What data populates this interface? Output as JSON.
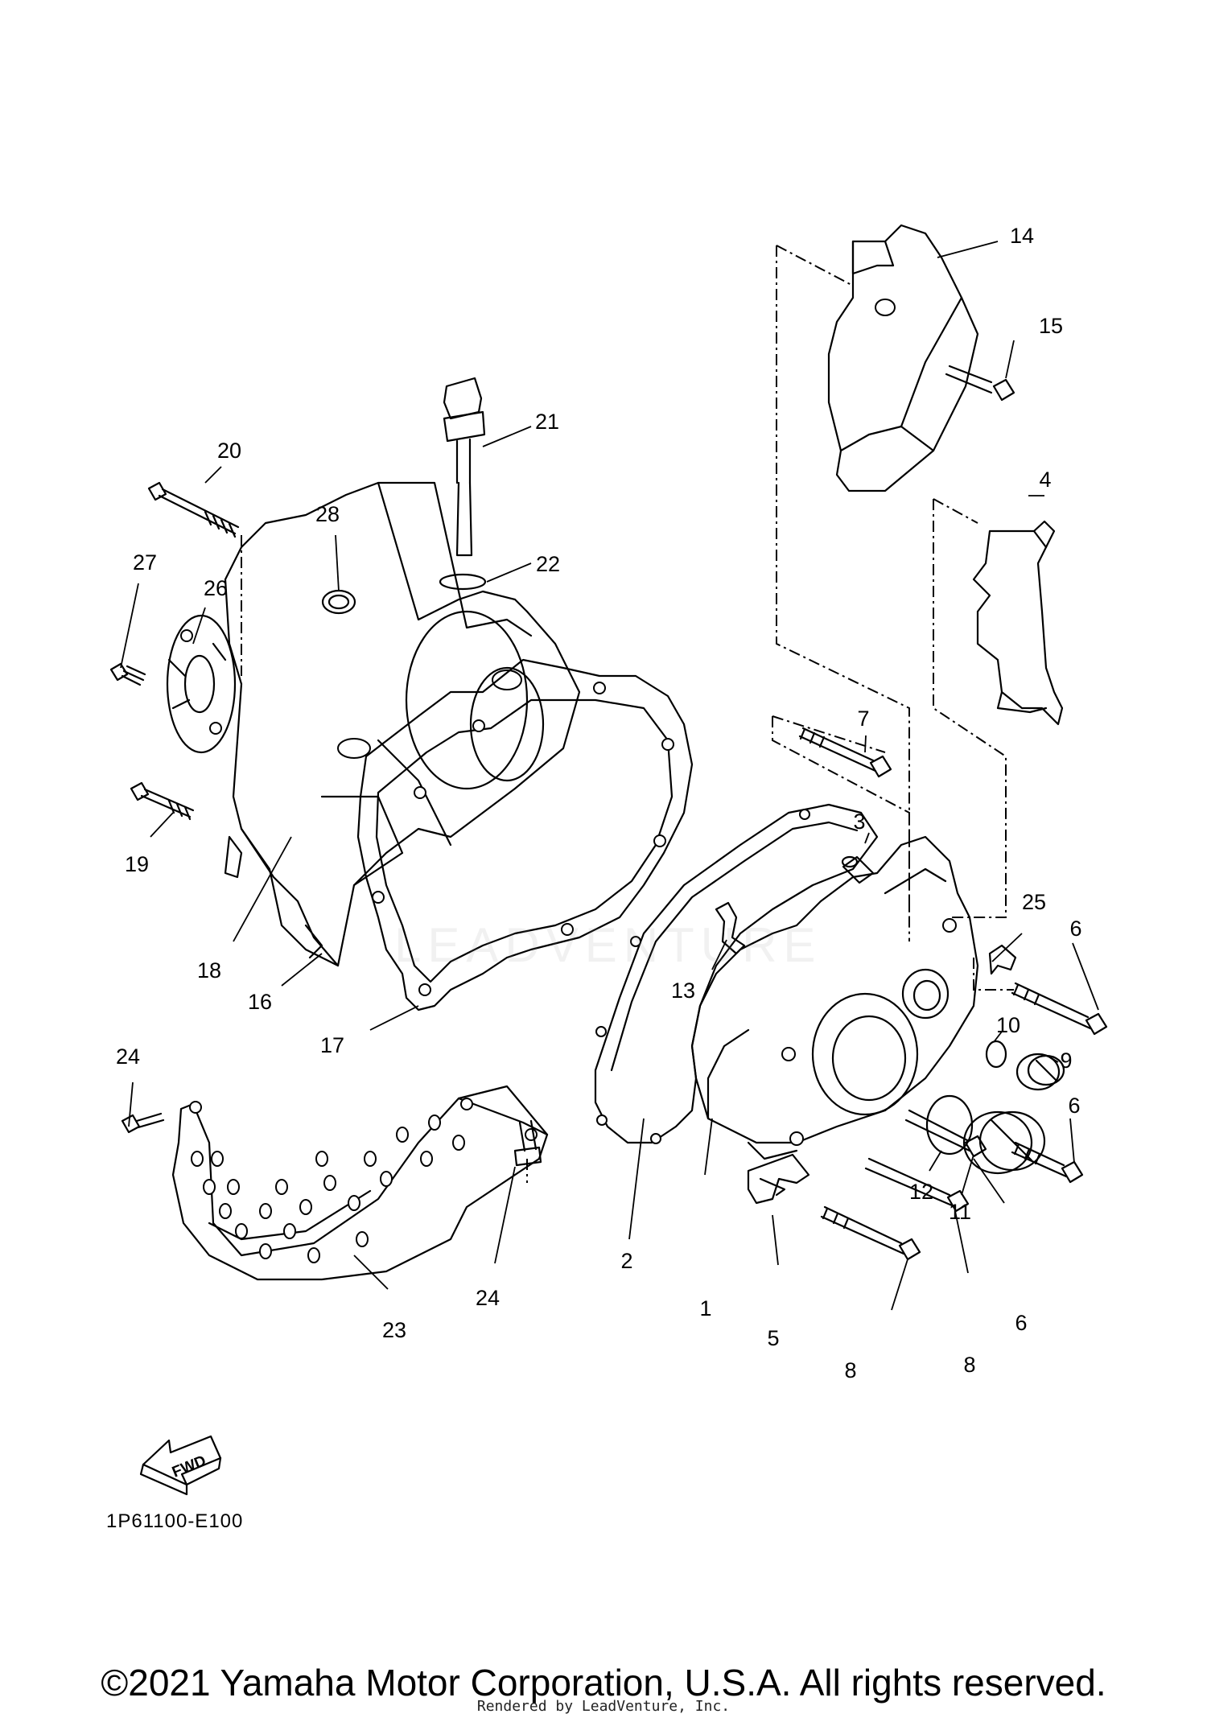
{
  "diagram": {
    "part_callouts": {
      "p1": "1",
      "p2": "2",
      "p3": "3",
      "p4": "4",
      "p5": "5",
      "p6a": "6",
      "p6b": "6",
      "p6c": "6",
      "p7": "7",
      "p8a": "8",
      "p8b": "8",
      "p9": "9",
      "p10": "10",
      "p11": "11",
      "p12": "12",
      "p13": "13",
      "p14": "14",
      "p15": "15",
      "p16": "16",
      "p17": "17",
      "p18": "18",
      "p19": "19",
      "p20": "20",
      "p21": "21",
      "p22": "22",
      "p23": "23",
      "p24a": "24",
      "p24b": "24",
      "p25": "25",
      "p26": "26",
      "p27": "27",
      "p28": "28"
    },
    "fwd_label": "FWD",
    "diagram_code": "1P61100-E100"
  },
  "footer": {
    "copyright": "©2021 Yamaha Motor Corporation, U.S.A. All rights reserved.",
    "rendered_by": "Rendered by LeadVenture, Inc."
  },
  "watermark": {
    "text": "LEADVENTURE"
  }
}
